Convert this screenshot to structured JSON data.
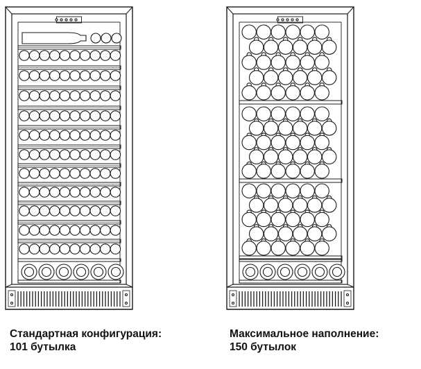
{
  "captions": {
    "standard": {
      "line1": "Стандартная конфигурация:",
      "line2": "101 бутылка"
    },
    "maximum": {
      "line1": "Максимальное наполнение:",
      "line2": "150 бутылок"
    }
  },
  "colors": {
    "stroke": "#1a1a1a",
    "background": "#ffffff"
  },
  "cabinets": [
    {
      "name": "standard-configuration",
      "shelves": 11,
      "layout": "single-row-per-shelf"
    },
    {
      "name": "maximum-capacity",
      "sections": 3,
      "layout": "stacked-bottles"
    }
  ]
}
